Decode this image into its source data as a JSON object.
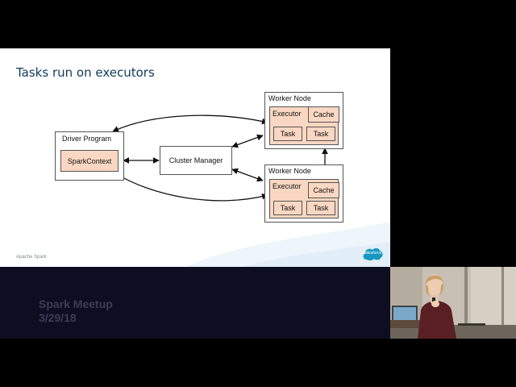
{
  "slide": {
    "title": "Tasks run on executors",
    "footer": "Apache Spark",
    "logo": "salesforce"
  },
  "diagram": {
    "driver": {
      "title": "Driver Program",
      "context": "SparkContext"
    },
    "cluster_manager": "Cluster Manager",
    "workers": [
      {
        "title": "Worker Node",
        "executor": "Executor",
        "cache": "Cache",
        "tasks": [
          "Task",
          "Task"
        ]
      },
      {
        "title": "Worker Node",
        "executor": "Executor",
        "cache": "Cache",
        "tasks": [
          "Task",
          "Task"
        ]
      }
    ]
  },
  "caption": {
    "line1": "Spark Meetup",
    "line2": "3/29/18"
  },
  "colors": {
    "title": "#0d3a5c",
    "executor_fill": "#fad7c2",
    "box_border": "#555555",
    "band": "#0e0e22",
    "caption": "#3a3d57",
    "logo": "#1798c1"
  }
}
